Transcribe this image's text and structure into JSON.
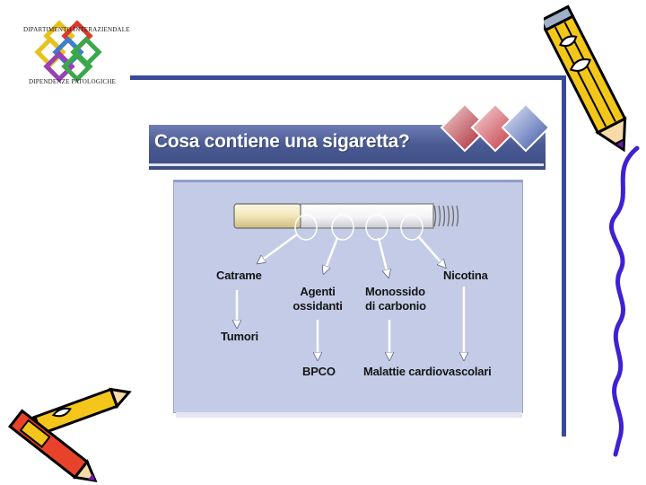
{
  "logo": {
    "top_text": "DIPARTIMENTO INTERAZIENDALE",
    "bottom_text": "DIPENDENZE PATOLOGICHE"
  },
  "slide": {
    "title": "Cosa contiene una sigaretta?"
  },
  "diagram": {
    "components": [
      {
        "label": "Catrame",
        "effect": "Tumori"
      },
      {
        "label": "Agenti ossidanti",
        "label_lines": [
          "Agenti",
          "ossidanti"
        ],
        "effect": "BPCO"
      },
      {
        "label": "Monossido di carbonio",
        "label_lines": [
          "Monossido",
          "di carbonio"
        ],
        "effect": "Malattie cardiovascolari"
      },
      {
        "label": "Nicotina",
        "effect": "Malattie cardiovascolari"
      }
    ]
  },
  "colors": {
    "frame_blue": "#3a4a9a",
    "panel_fill": "#c3cbe6",
    "title_band": "#4a5a92",
    "diamond_red": "#b8323c",
    "diamond_blue": "#4c62b0"
  }
}
